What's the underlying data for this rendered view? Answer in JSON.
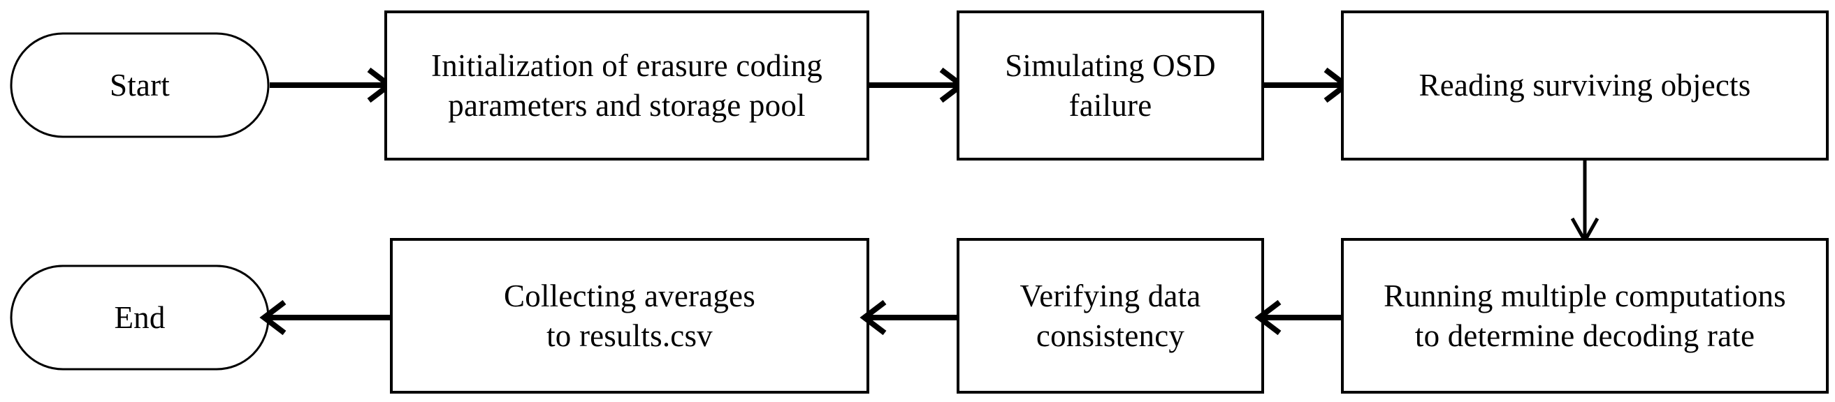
{
  "diagram": {
    "type": "flowchart",
    "title": "",
    "orientation": "two-row-serpentine",
    "background_color": "#ffffff",
    "stroke_color": "#000000",
    "text_color": "#000000",
    "nodes": [
      {
        "id": "start",
        "shape": "terminator",
        "label": "Start",
        "row": 1,
        "order": 1
      },
      {
        "id": "init",
        "shape": "process",
        "label": "Initialization of erasure coding\nparameters and storage pool",
        "row": 1,
        "order": 2
      },
      {
        "id": "osd",
        "shape": "process",
        "label": "Simulating OSD\nfailure",
        "row": 1,
        "order": 3
      },
      {
        "id": "reading",
        "shape": "process",
        "label": "Reading surviving objects",
        "row": 1,
        "order": 4
      },
      {
        "id": "running",
        "shape": "process",
        "label": "Running multiple computations\nto determine decoding rate",
        "row": 2,
        "order": 5
      },
      {
        "id": "verify",
        "shape": "process",
        "label": "Verifying data\nconsistency",
        "row": 2,
        "order": 6
      },
      {
        "id": "collect",
        "shape": "process",
        "label": "Collecting averages\nto results.csv",
        "row": 2,
        "order": 7
      },
      {
        "id": "end",
        "shape": "terminator",
        "label": "End",
        "row": 2,
        "order": 8
      }
    ],
    "edges": [
      {
        "id": "e1",
        "from": "start",
        "to": "init",
        "direction": "right",
        "arrowhead": "open"
      },
      {
        "id": "e2",
        "from": "init",
        "to": "osd",
        "direction": "right",
        "arrowhead": "open"
      },
      {
        "id": "e3",
        "from": "osd",
        "to": "reading",
        "direction": "right",
        "arrowhead": "open"
      },
      {
        "id": "e4",
        "from": "reading",
        "to": "running",
        "direction": "down",
        "arrowhead": "open"
      },
      {
        "id": "e5",
        "from": "running",
        "to": "verify",
        "direction": "left",
        "arrowhead": "open"
      },
      {
        "id": "e6",
        "from": "verify",
        "to": "collect",
        "direction": "left",
        "arrowhead": "open"
      },
      {
        "id": "e7",
        "from": "collect",
        "to": "end",
        "direction": "left",
        "arrowhead": "open"
      }
    ]
  }
}
